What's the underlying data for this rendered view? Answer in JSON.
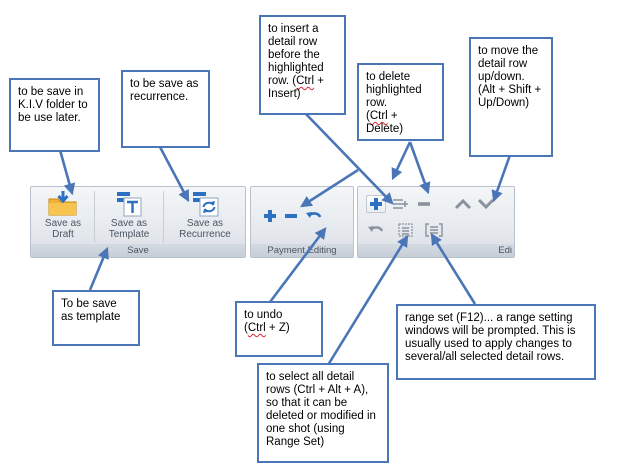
{
  "callouts": {
    "kiv": "to be save in K.I.V folder to be use later.",
    "recurrence": "to be save as recurrence.",
    "insert_row_pre": "to insert a detail row before the highlighted row. (",
    "insert_row_key": "Ctrl",
    "insert_row_post": " + Insert)",
    "delete_row_pre": "to delete highlighted row.\n(",
    "delete_row_key": "Ctrl",
    "delete_row_post": " +\nDelete)",
    "move_row": "to move the detail row up/down. (Alt + Shift + Up/Down)",
    "template": "To be save as template",
    "undo_pre": "to undo\n(",
    "undo_key": "Ctrl",
    "undo_post": " + Z)",
    "range_set": "range set (F12)... a range setting windows will be prompted. This is usually used to apply changes to several/all selected detail rows.",
    "select_all": "to select all detail rows (Ctrl + Alt + A), so that it can be deleted or modified in one shot (using Range Set)"
  },
  "ribbon": {
    "save_group": {
      "label": "Save",
      "draft": "Save as\nDraft",
      "template": "Save as\nTemplate",
      "recurrence": "Save as\nRecurrence"
    },
    "payment_group": {
      "label": "Payment Editing"
    },
    "edit_group": {
      "label": "Edi"
    }
  },
  "icons": {
    "draft": "folder-download-icon",
    "template": "template-T-icon",
    "recurrence": "recurrence-cycle-icon",
    "add": "plus-icon",
    "remove": "minus-icon",
    "undo": "undo-arrow-icon",
    "insert_row": "insert-row-icon",
    "move_up": "chevron-up-icon",
    "move_down": "chevron-down-icon",
    "select_all": "select-all-icon",
    "range_set": "range-set-icon"
  },
  "colors": {
    "callout_border": "#4a76b8",
    "arrow": "#4a76b8",
    "ribbon_blue": "#2d6fc0"
  }
}
